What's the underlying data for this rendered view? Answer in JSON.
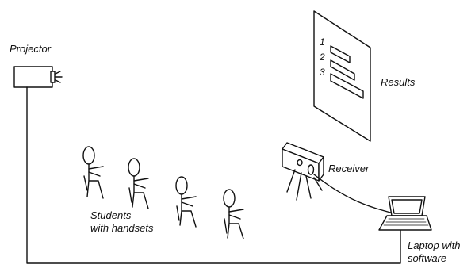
{
  "labels": {
    "projector": "Projector",
    "results": "Results",
    "receiver": "Receiver",
    "students_line1": "Students",
    "students_line2": "with handsets",
    "laptop_line1": "Laptop with",
    "laptop_line2": "software"
  },
  "screen_list": [
    "1",
    "2",
    "3"
  ],
  "colors": {
    "ink": "#111111",
    "background": "#ffffff"
  }
}
